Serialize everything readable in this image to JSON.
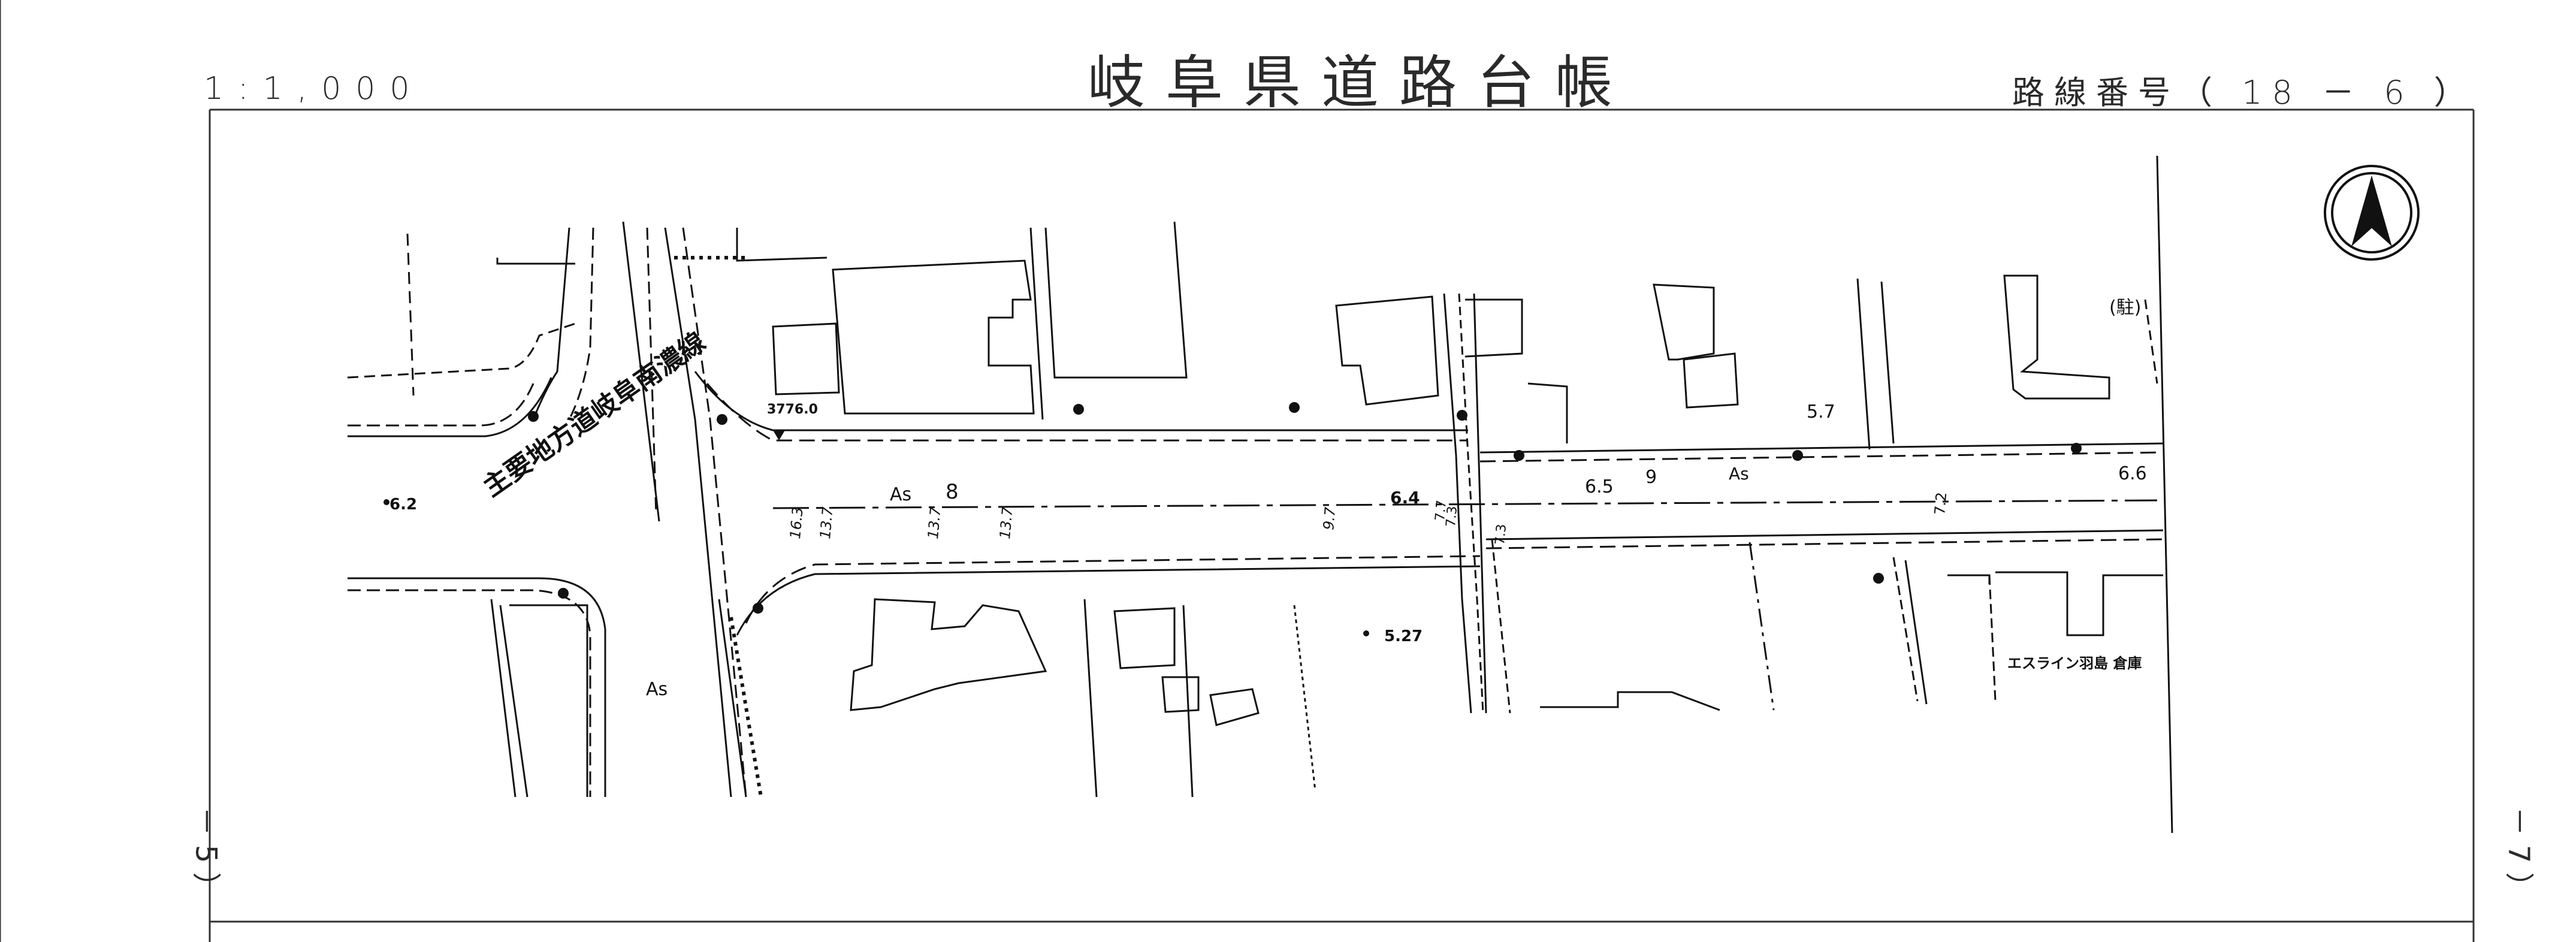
{
  "header": {
    "scale": "1:1,000",
    "title": "岐阜県道路台帳",
    "route_number": "路線番号（ 18 － 6 ）"
  },
  "margin_marks": {
    "left_page": "－ 5 ）",
    "right_page": "－ 7 ）"
  },
  "map": {
    "route_label": "主要地方道岐阜南濃線",
    "station": "3776.0",
    "pavement": [
      "As",
      "As",
      "As"
    ],
    "elevations": [
      "6.2",
      "6.4",
      "5.27",
      "6.5",
      "5.7",
      "6.6"
    ],
    "widths": [
      "16.3",
      "13.7",
      "13.7",
      "13.7",
      "9.7",
      "7.3",
      "7.7",
      "7.3",
      "7.2"
    ],
    "stations": [
      "8",
      "9"
    ],
    "parking_mark": "(駐)",
    "building_label": "エスライン羽島 倉庫"
  },
  "colors": {
    "ink": "#111111",
    "paper": "#ffffff"
  },
  "icons": [
    "north-arrow-icon"
  ]
}
